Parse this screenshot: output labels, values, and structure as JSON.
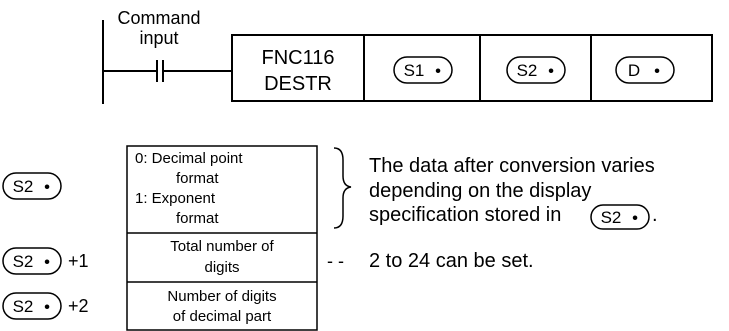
{
  "ladder": {
    "command_label_1": "Command",
    "command_label_2": "input",
    "instruction_line1": "FNC116",
    "instruction_line2": "DESTR",
    "operands": [
      {
        "label": "S1"
      },
      {
        "label": "S2"
      },
      {
        "label": "D"
      }
    ]
  },
  "operand_dot": "•",
  "device_table": {
    "rows": [
      {
        "device": "S2",
        "offset": "",
        "content_lines": [
          "0: Decimal point",
          "format",
          "1: Exponent",
          "format"
        ]
      },
      {
        "device": "S2",
        "offset": "+1",
        "content_lines": [
          "Total number of",
          "digits"
        ]
      },
      {
        "device": "S2",
        "offset": "+2",
        "content_lines": [
          "Number of digits",
          "of decimal part"
        ]
      }
    ]
  },
  "notes": {
    "brace_note_lines": [
      "The data after conversion varies",
      "depending on the display",
      "specification stored in"
    ],
    "brace_note_ref": "S2",
    "brace_note_end": ".",
    "range_prefix": "- -",
    "range_note": "2 to 24 can be set."
  }
}
